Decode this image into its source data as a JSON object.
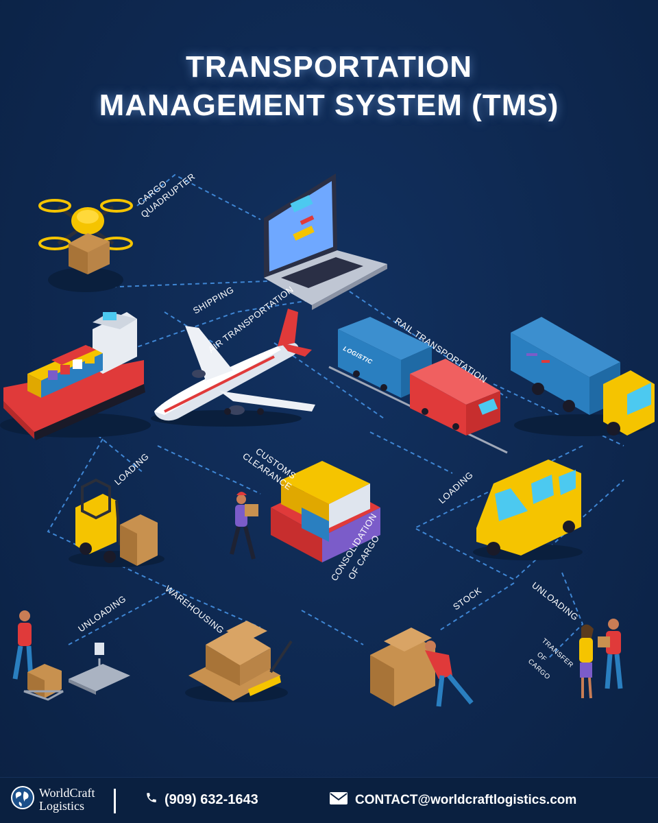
{
  "title": {
    "line1": "TRANSPORTATION",
    "line2": "MANAGEMENT SYSTEM (TMS)"
  },
  "labels": {
    "cargo_quadrupter_1": "CARGO",
    "cargo_quadrupter_2": "QUADRUPTER",
    "shipping": "SHIPPING",
    "air_transportation": "AIR TRANSPORTATION",
    "rail_transportation": "RAIL TRANSPORTATION",
    "loading_left": "LOADING",
    "customs_1": "CUSTOMS",
    "customs_2": "CLEARANCE",
    "loading_right": "LOADING",
    "consolidation_1": "CONSOLIDATION",
    "consolidation_2": "OF CARGO",
    "warehousing": "WAREHOUSING",
    "unloading_left": "UNLOADING",
    "stock": "STOCK",
    "unloading_right": "UNLOADING",
    "transfer_1": "TRANSFER",
    "transfer_2": "OF",
    "transfer_3": "CARGO",
    "train_side_text": "LOGISTIC"
  },
  "footer": {
    "logo_line1": "WorldCraft",
    "logo_line2": "Logistics",
    "phone": "(909) 632-1643",
    "email": "CONTACT@worldcraftlogistics.com"
  },
  "colors": {
    "background": "#0e2850",
    "accent_yellow": "#f5c400",
    "accent_red": "#e03a3a",
    "container_blue": "#2a7fc0",
    "dash_line": "#3f86d4"
  },
  "icons": [
    "phone-icon",
    "mail-icon",
    "globe-logo-icon"
  ]
}
